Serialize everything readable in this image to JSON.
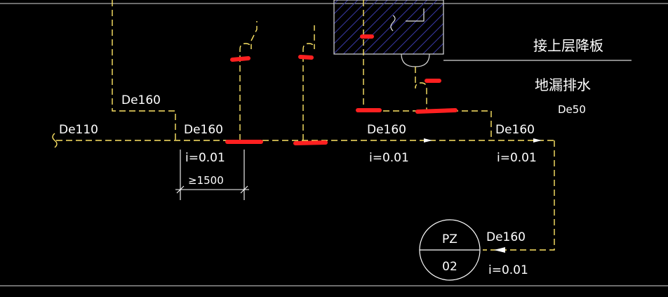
{
  "colors": {
    "background": "#000000",
    "pipe": "#ffe666",
    "text": "#ffffff",
    "dimension": "#ffffff",
    "hatch_box": "#3a3aa8",
    "markup": "#ff2020"
  },
  "labels": {
    "pipe_de110": "De110",
    "pipe_de160_upper": "De160",
    "pipe_de160_left": "De160",
    "pipe_de160_mid": "De160",
    "pipe_de160_right": "De160",
    "pipe_de160_inlet": "De160",
    "pipe_de50": "De50",
    "slope_left": "i=0.01",
    "slope_mid": "i=0.01",
    "slope_right": "i=0.01",
    "slope_inlet": "i=0.01",
    "dimension_value": "≥1500",
    "note_upper_slab": "接上层降板",
    "note_floor_drain": "地漏排水"
  },
  "manhole": {
    "top_text": "PZ",
    "bottom_text": "02"
  }
}
